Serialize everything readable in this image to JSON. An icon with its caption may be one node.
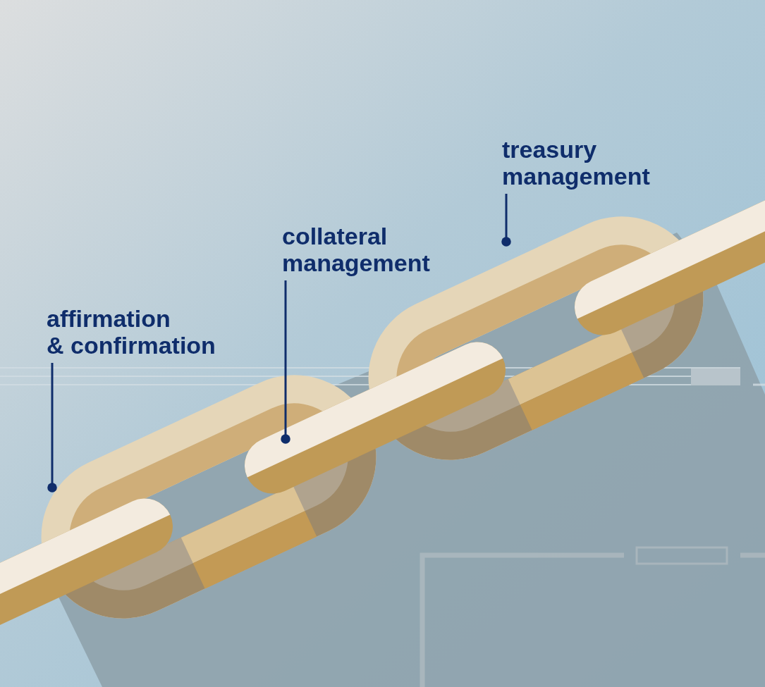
{
  "diagram": {
    "nodes": [
      {
        "text": [
          "affirmation & confirmation"
        ]
      },
      {
        "text": [
          "collateral management"
        ]
      },
      {
        "text": [
          "treasury management"
        ]
      }
    ],
    "edges": [
      {
        "from": 0,
        "to": null,
        "arrow": "other"
      },
      {
        "from": 1,
        "to": null,
        "arrow": "other"
      },
      {
        "from": 2,
        "to": null,
        "arrow": "other"
      }
    ]
  }
}
